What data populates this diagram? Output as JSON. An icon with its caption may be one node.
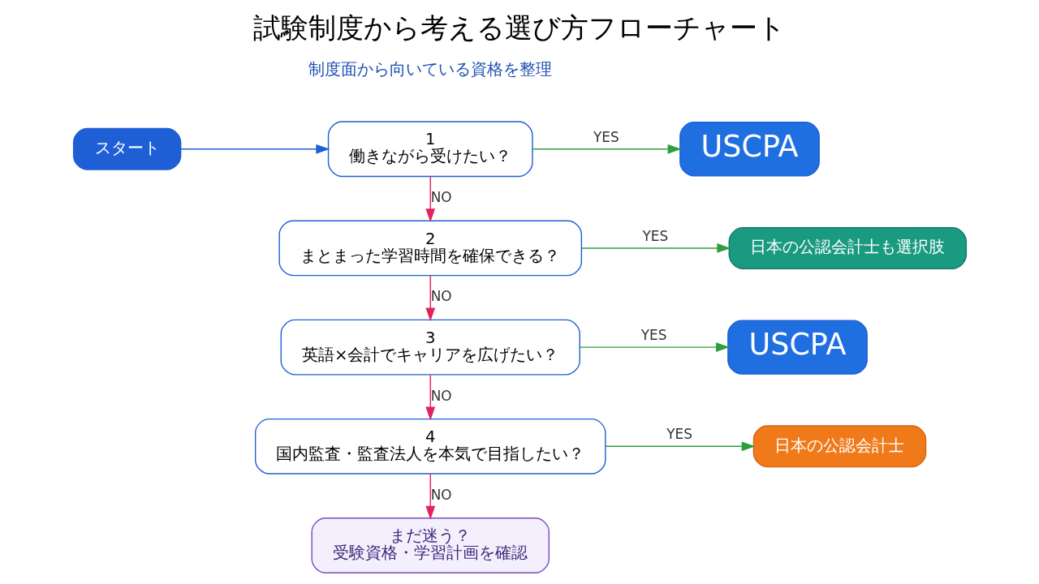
{
  "diagram": {
    "title": "試験制度から考える選び方フローチャート",
    "nodes": [
      {
        "text": [
          "スタート"
        ]
      },
      {
        "text": [
          "1",
          "働きながら受けたい？"
        ]
      },
      {
        "text": [
          "USCPA"
        ]
      },
      {
        "text": [
          "2",
          "まとまった学習時間を確保できる？"
        ]
      },
      {
        "text": [
          "日本の公認会計士も選択肢"
        ]
      },
      {
        "text": [
          "3",
          "英語×会計でキャリアを広げたい？"
        ]
      },
      {
        "text": [
          "USCPA"
        ]
      },
      {
        "text": [
          "4",
          "国内監査・監査法人を本気で目指したい？"
        ]
      },
      {
        "text": [
          "日本の公認会計士"
        ]
      },
      {
        "text": [
          "まだ迷う？",
          "受験資格・学習計画を確認"
        ]
      }
    ],
    "edges": [
      {
        "from": 0,
        "to": 1,
        "arrow": "to",
        "color": "#1f5fd6"
      },
      {
        "from": 1,
        "to": 2,
        "arrow": "to",
        "label": "YES",
        "color": "#2e9e3e"
      },
      {
        "from": 1,
        "to": 3,
        "arrow": "to",
        "label": "NO",
        "color": "#e0245e"
      },
      {
        "from": 3,
        "to": 4,
        "arrow": "to",
        "label": "YES",
        "color": "#2e9e3e"
      },
      {
        "from": 3,
        "to": 5,
        "arrow": "to",
        "label": "NO",
        "color": "#e0245e"
      },
      {
        "from": 5,
        "to": 6,
        "arrow": "to",
        "label": "YES",
        "color": "#2e9e3e"
      },
      {
        "from": 5,
        "to": 7,
        "arrow": "to",
        "label": "NO",
        "color": "#e0245e"
      },
      {
        "from": 7,
        "to": 8,
        "arrow": "to",
        "label": "YES",
        "color": "#2e9e3e"
      },
      {
        "from": 7,
        "to": 9,
        "arrow": "to",
        "label": "NO",
        "color": "#e0245e"
      }
    ],
    "labels": [
      "制度面から向いている資格を整理"
    ]
  }
}
